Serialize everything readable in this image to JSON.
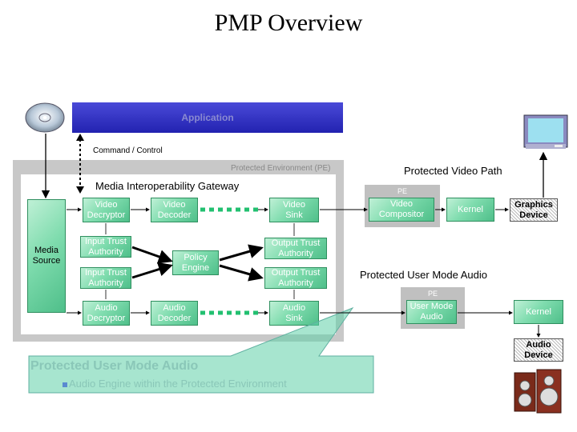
{
  "title": "PMP Overview",
  "application": {
    "label": "Application"
  },
  "command_control": "Command / Control",
  "pe_region": {
    "label": "Protected Environment (PE)",
    "heading": "Media Interoperability Gateway"
  },
  "media_source": "Media\nSource",
  "video_row": {
    "decryptor": "Video\nDecryptor",
    "decoder": "Video\nDecoder",
    "sink": "Video\nSink"
  },
  "trust": {
    "input_top": "Input Trust\nAuthority",
    "input_bottom": "Input Trust\nAuthority",
    "policy": "Policy\nEngine",
    "output_top": "Output Trust\nAuthority",
    "output_bottom": "Output Trust\nAuthority"
  },
  "audio_row": {
    "decryptor": "Audio\nDecryptor",
    "decoder": "Audio\nDecoder",
    "sink": "Audio\nSink"
  },
  "video_path": {
    "heading": "Protected Video Path",
    "pe_tag": "PE",
    "compositor": "Video\nCompositor",
    "kernel": "Kernel",
    "device": "Graphics\nDevice"
  },
  "audio_path": {
    "heading": "Protected User Mode Audio",
    "pe_tag": "PE",
    "user_mode_audio": "User Mode\nAudio",
    "kernel": "Kernel",
    "device": "Audio\nDevice"
  },
  "callout": {
    "title": "Protected User Mode Audio",
    "bullet": "Audio Engine within the Protected Environment"
  },
  "colors": {
    "accent_green": "#4fbf8a",
    "app_blue": "#2a2ab8",
    "callout_fill": "#5fcfa8"
  }
}
